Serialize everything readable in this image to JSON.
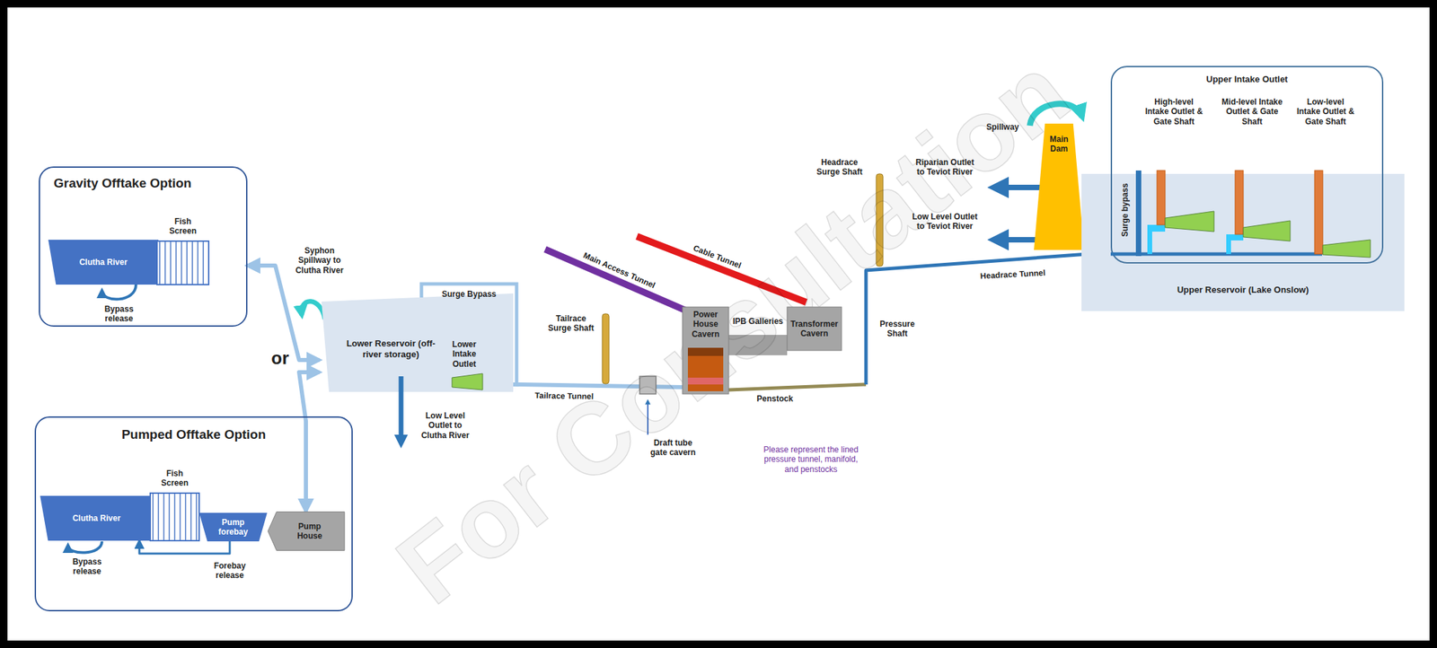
{
  "diagram": {
    "nodes": [
      {
        "text": [
          "Gravity  Offtake Option"
        ]
      },
      {
        "text": [
          "Clutha River"
        ],
        "in": 0
      },
      {
        "text": [
          "Fish Screen"
        ],
        "in": 0
      },
      {
        "text": [
          "Pumped Offtake Option"
        ]
      },
      {
        "text": [
          "Clutha River"
        ],
        "in": 3
      },
      {
        "text": [
          "Fish Screen"
        ],
        "in": 3
      },
      {
        "text": [
          "Pump forebay"
        ],
        "in": 3
      },
      {
        "text": [
          "Pump House"
        ],
        "in": 3
      },
      {
        "text": [
          "Lower Reservoir (off-river storage)"
        ]
      },
      {
        "text": [
          "Power House Cavern"
        ]
      },
      {
        "text": [
          "Transformer Cavern"
        ]
      },
      {
        "text": [
          "Main Dam"
        ]
      },
      {
        "text": [
          "Upper Reservoir (Lake Onslow)"
        ]
      },
      {
        "text": [
          "Upper Intake Outlet",
          "High-level Intake Outlet & Gate Shaft",
          "Mid-level Intake Outlet & Gate Shaft",
          "Low-level Intake Outlet & Gate Shaft"
        ]
      }
    ],
    "edges": [
      {
        "from": 0,
        "to": 8,
        "arrow": "both"
      },
      {
        "from": 7,
        "to": 8,
        "arrow": "both"
      },
      {
        "from": 8,
        "to": 9,
        "arrow": "none"
      },
      {
        "from": 9,
        "to": 13,
        "arrow": "none"
      },
      {
        "from": 9,
        "to": 10,
        "arrow": "none"
      },
      {
        "from": 6,
        "to": 4,
        "arrow": "to"
      }
    ],
    "labels": [
      "Bypass release",
      "Bypass release",
      "Forebay release",
      "Syphon Spillway to Clutha River",
      "or",
      "Surge Bypass",
      "Lower Intake Outlet",
      "Low Level Outlet to Clutha River",
      "Tailrace Tunnel",
      "Tailrace Surge Shaft",
      "Draft tube gate cavern",
      "Main Access Tunnel",
      "Cable Tunnel",
      "IPB Galleries",
      "Penstock",
      "Please represent the lined pressure tunnel, manifold, and penstocks",
      "Headrace Surge Shaft",
      "Pressure Shaft",
      "Headrace Tunnel",
      "Spillway",
      "Riparian Outlet to Teviot River",
      "Low Level Outlet to Teviot River",
      "Surge bypass",
      "For Consultation"
    ]
  }
}
